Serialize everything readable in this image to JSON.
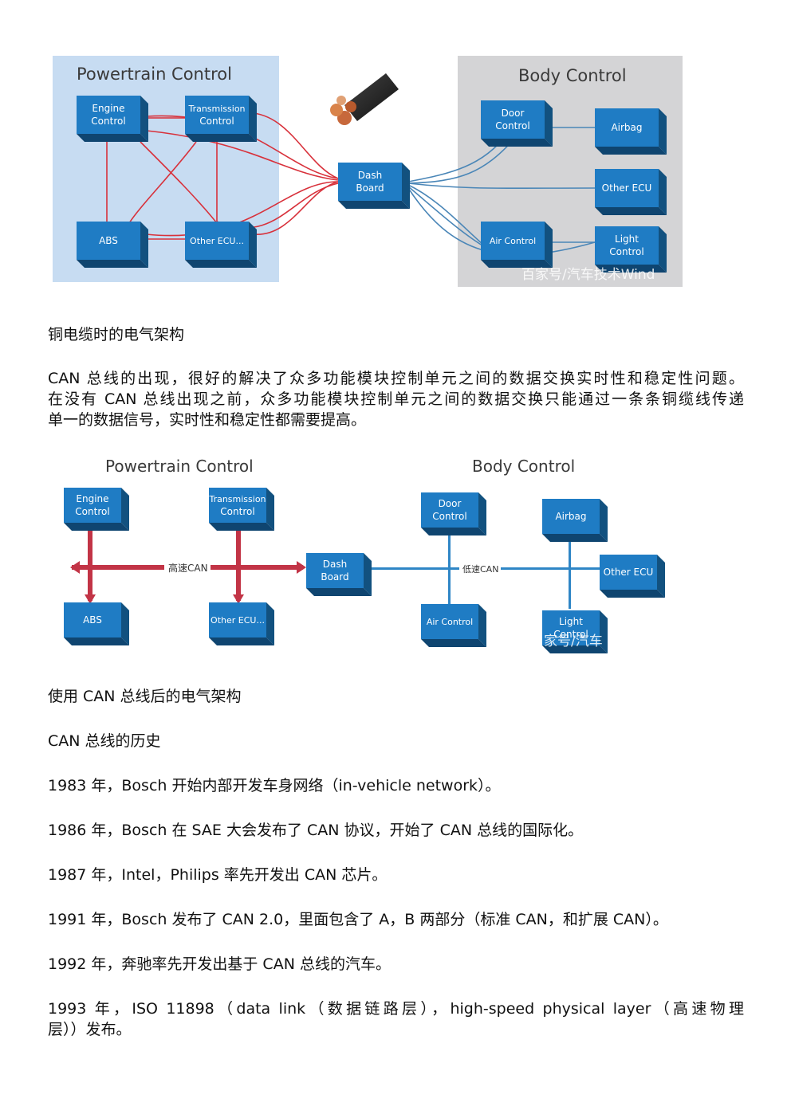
{
  "figure1": {
    "left_title": "Powertrain Control",
    "right_title": "Body Control",
    "nodes": {
      "engine": [
        "Engine",
        "Control"
      ],
      "transmission": [
        "Transmission",
        "Control"
      ],
      "abs": [
        "ABS"
      ],
      "other_pt": [
        "Other ECU..."
      ],
      "dash": [
        "Dash",
        "Board"
      ],
      "door": [
        "Door",
        "Control"
      ],
      "airbag": [
        "Airbag"
      ],
      "other_body": [
        "Other ECU"
      ],
      "air": [
        "Air Control"
      ],
      "light": [
        "Light",
        "Control"
      ]
    },
    "watermark": "百家号/汽车技术Wind",
    "colors": {
      "left_panel": "#c7dcf2",
      "right_panel": "#d4d4d6",
      "node": "#1f7cc4",
      "node_side": "#135e9a",
      "red_wire": "#d8313b",
      "blue_wire": "#4a86b7"
    }
  },
  "caption1": "铜电缆时的电气架构",
  "paragraph1": [
    "CAN 总线的出现，很好的解决了众多功能模块控制单元之间的数据交换实时性和稳定性问题。",
    "在没有 CAN 总线出现之前，众多功能模块控制单元之间的数据交换只能通过一条条铜缆线传递",
    "单一的数据信号，实时性和稳定性都需要提高。"
  ],
  "figure2": {
    "left_title": "Powertrain Control",
    "right_title": "Body Control",
    "nodes": {
      "engine": [
        "Engine",
        "Control"
      ],
      "transmission": [
        "Transmission",
        "Control"
      ],
      "abs": [
        "ABS"
      ],
      "other_pt": [
        "Other ECU..."
      ],
      "dash": [
        "Dash",
        "Board"
      ],
      "door": [
        "Door",
        "Control"
      ],
      "airbag": [
        "Airbag"
      ],
      "other_body": [
        "Other ECU"
      ],
      "air": [
        "Air Control"
      ],
      "light": [
        "Light",
        "Control"
      ]
    },
    "high_can_label": "高速CAN",
    "low_can_label": "低速CAN",
    "watermark": "家号/汽车",
    "colors": {
      "high_can": "#c23446",
      "low_can": "#2f86c6",
      "node": "#1f7cc4"
    }
  },
  "caption2": "使用 CAN 总线后的电气架构",
  "history_heading": "CAN 总线的历史",
  "history": [
    "1983 年，Bosch 开始内部开发车身网络（in-vehicle network）。",
    "1986 年，Bosch 在 SAE 大会发布了 CAN 协议，开始了 CAN 总线的国际化。",
    "1987 年，Intel，Philips 率先开发出 CAN 芯片。",
    "1991 年，Bosch 发布了 CAN 2.0，里面包含了 A，B 两部分（标准 CAN，和扩展 CAN）。",
    "1992 年，奔驰率先开发出基于 CAN 总线的汽车。"
  ],
  "history_last": [
    "1993 年，ISO 11898（data link（数据链路层），high-speed physical layer（高速物理",
    "层））发布。"
  ]
}
